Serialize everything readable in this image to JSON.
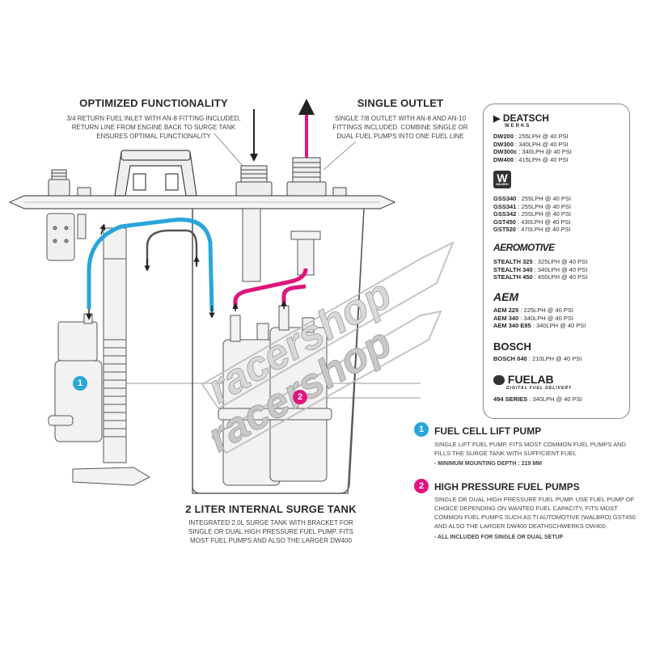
{
  "colors": {
    "blue": "#2aa5dc",
    "magenta": "#e0157d",
    "line": "#555555"
  },
  "callouts": {
    "optimized": {
      "title": "OPTIMIZED FUNCTIONALITY",
      "text": "3/4 RETURN FUEL INLET WITH AN-8 FITTING INCLUDED, RETURN LINE FROM ENGINE BACK TO SURGE TANK ENSURES OPTIMAL FUNCTIONALITY"
    },
    "single_outlet": {
      "title": "SINGLE OUTLET",
      "text": "SINGLE 7/8 OUTLET WITH AN-8 AND AN-10 FITTINGS INCLUDED. COMBINE SINGLE OR DUAL FUEL PUMPS INTO ONE FUEL LINE"
    },
    "surge_tank": {
      "title": "2 LITER INTERNAL SURGE TANK",
      "text": "INTEGRATED 2.0L SURGE TANK WITH BRACKET FOR SINGLE OR DUAL HIGH PRESSURE FUEL PUMP. FITS MOST FUEL PUMPS AND ALSO THE LARGER DW400"
    }
  },
  "watermark": "racershop",
  "markers": {
    "one": "1",
    "two": "2"
  },
  "brands": {
    "deatsch": {
      "name": "DEATSCH",
      "sub": "WERKS",
      "items": [
        {
          "model": "DW200",
          "spec": " : 255LPH @ 40 PSI"
        },
        {
          "model": "DW300",
          "spec": " : 340LPH @ 40 PSI"
        },
        {
          "model": "DW300c",
          "spec": " : 340LPH @ 40 PSI"
        },
        {
          "model": "DW400",
          "spec": " : 415LPH @ 40 PSI"
        }
      ]
    },
    "walbro": {
      "name": "WALBRO",
      "items": [
        {
          "model": "GSS340",
          "spec": " : 255LPH @ 40 PSI"
        },
        {
          "model": "GSS341",
          "spec": " : 255LPH @ 40 PSI"
        },
        {
          "model": "GSS342",
          "spec": " : 255LPH @ 40 PSI"
        },
        {
          "model": "GST450",
          "spec": " : 430LPH @ 40 PSI"
        },
        {
          "model": "GST520",
          "spec": " : 470LPH @ 40 PSI"
        }
      ]
    },
    "aeromotive": {
      "name": "AEROMOTIVE",
      "items": [
        {
          "model": "STEALTH 325",
          "spec": " : 325LPH @ 40 PSI"
        },
        {
          "model": "STEALTH 340",
          "spec": " : 340LPH @ 40 PSI"
        },
        {
          "model": "STEALTH 450",
          "spec": " : 450LPH @ 40 PSI"
        }
      ]
    },
    "aem": {
      "name": "AEM",
      "items": [
        {
          "model": "AEM 225",
          "spec": " : 225LPH @ 40 PSI"
        },
        {
          "model": "AEM 340",
          "spec": " : 340LPH @ 40 PSI"
        },
        {
          "model": "AEM 340 E85",
          "spec": " : 340LPH @ 40 PSI"
        }
      ]
    },
    "bosch": {
      "name": "BOSCH",
      "items": [
        {
          "model": "BOSCH 040",
          "spec": " : 210LPH @ 40 PSI"
        }
      ]
    },
    "fuelab": {
      "name": "FUELAB",
      "sub": "DIGITAL FUEL DELIVERY",
      "items": [
        {
          "model": "494 SERIES",
          "spec": " : 340LPH @ 40 PSI"
        }
      ]
    }
  },
  "legend": {
    "lift": {
      "title": "FUEL CELL LIFT PUMP",
      "text": "SINGLE LIFT FUEL PUMP, FITS MOST COMMON FUEL PUMPS AND FILLS THE SURGE TANK WITH SUFFICIENT FUEL",
      "note": "- MINIMUM MOUNTING DEPTH : 219 MM"
    },
    "hp": {
      "title": "HIGH PRESSURE FUEL PUMPS",
      "text": "SINGLE OR DUAL HIGH PRESSURE FUEL PUMP. USE FUEL PUMP OF CHOICE DEPENDING ON WANTED FUEL CAPACITY, FITS MOST COMMON FUEL PUMPS SUCH AS TI AUTOMOTIVE (WALBRO) GST450 AND ALSO THE LARGER DW400 DEATHSCHWERKS DW400.",
      "note": "- ALL INCLUDED FOR SINGLE OR DUAL SETUP"
    }
  }
}
